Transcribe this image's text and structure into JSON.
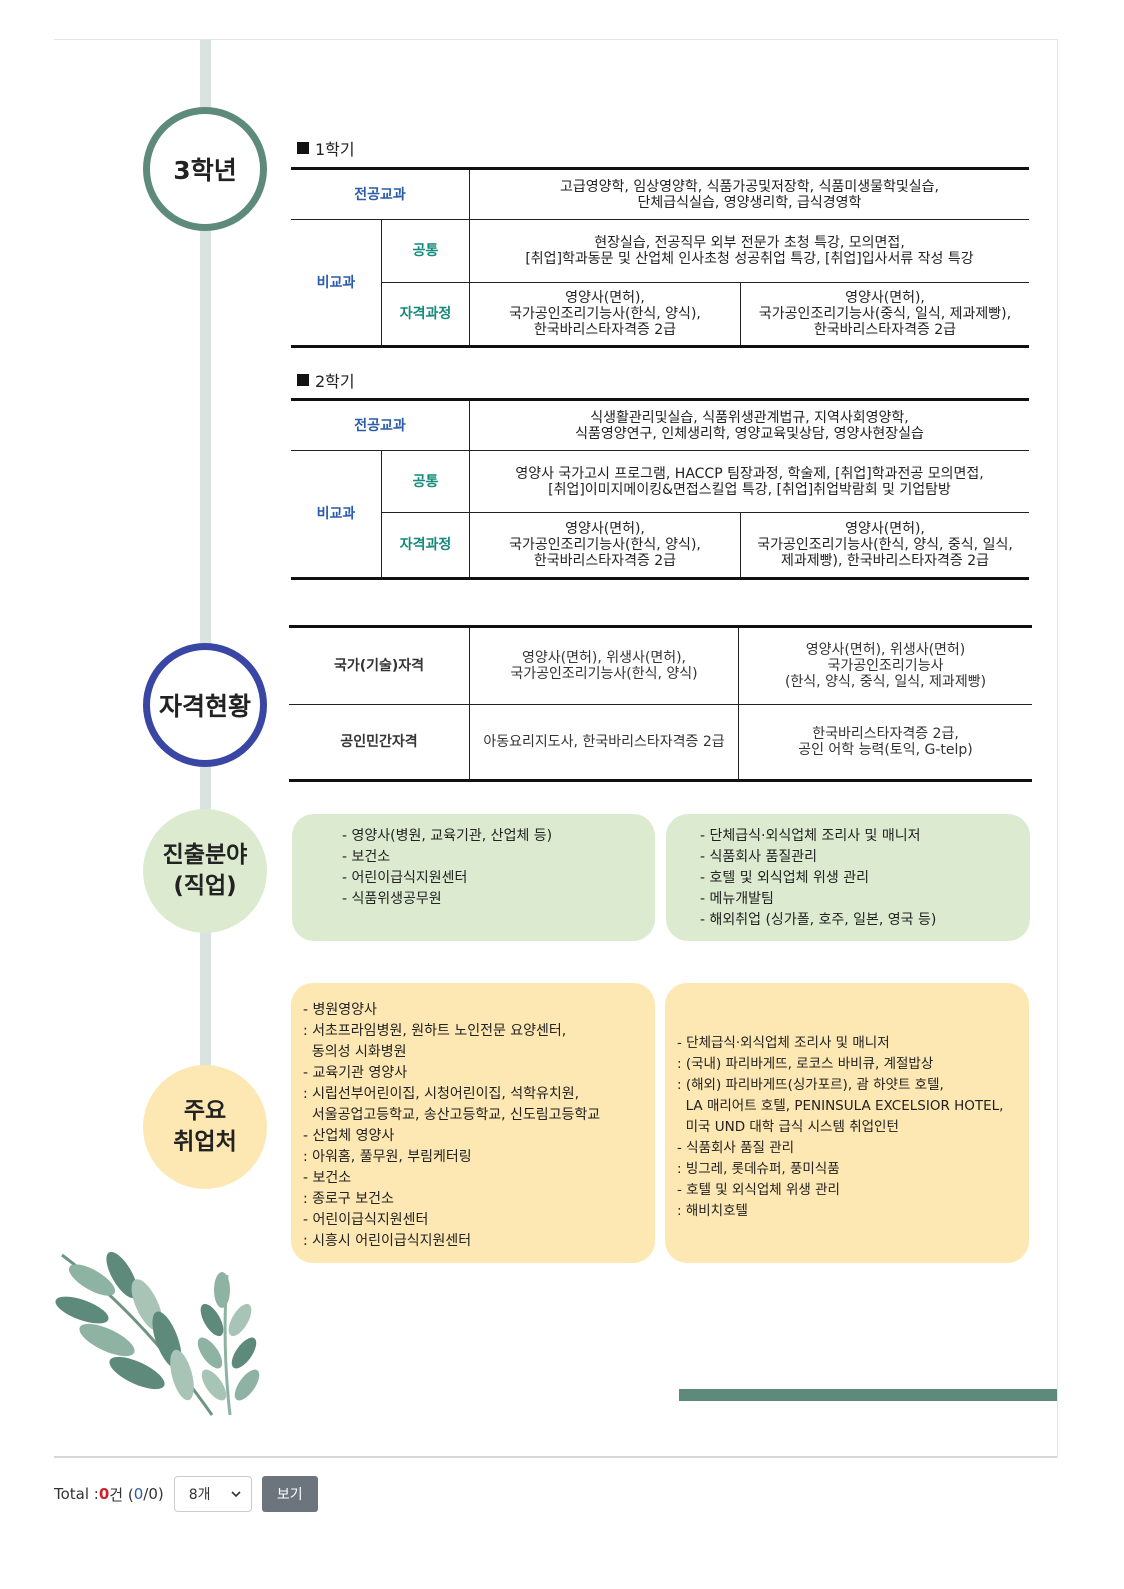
{
  "timeline": {
    "year3": "3학년",
    "qualification": "자격현황",
    "career_line1": "진출분야",
    "career_line2": "(직업)",
    "employer_line1": "주요",
    "employer_line2": "취업처"
  },
  "semester1": {
    "label": "1학기",
    "major_label": "전공교과",
    "major_courses_1": "고급영양학, 임상영양학, 식품가공및저장학, 식품미생물학및실습,",
    "major_courses_2": "단체급식실습, 영양생리학, 급식경영학",
    "nonsubject_label": "비교과",
    "common_label": "공통",
    "common_1": "현장실습, 전공직무 외부 전문가 초청 특강, 모의면접,",
    "common_2": "[취업]학과동문 및 산업체 인사초청 성공취업 특강, [취업]입사서류 작성 특강",
    "cert_label": "자격과정",
    "cert_left_1": "영양사(면허),",
    "cert_left_2": "국가공인조리기능사(한식, 양식),",
    "cert_left_3": "한국바리스타자격증 2급",
    "cert_right_1": "영양사(면허),",
    "cert_right_2": "국가공인조리기능사(중식, 일식, 제과제빵),",
    "cert_right_3": "한국바리스타자격증 2급"
  },
  "semester2": {
    "label": "2학기",
    "major_label": "전공교과",
    "major_courses_1": "식생활관리및실습, 식품위생관계법규, 지역사회영양학,",
    "major_courses_2": "식품영양연구, 인체생리학, 영양교육및상담, 영양사현장실습",
    "nonsubject_label": "비교과",
    "common_label": "공통",
    "common_1": "영양사 국가고시 프로그램, HACCP 팀장과정, 학술제, [취업]학과전공 모의면접,",
    "common_2": "[취업]이미지메이킹&면접스킬업 특강, [취업]취업박람회 및 기업탐방",
    "cert_label": "자격과정",
    "cert_left_1": "영양사(면허),",
    "cert_left_2": "국가공인조리기능사(한식, 양식),",
    "cert_left_3": "한국바리스타자격증 2급",
    "cert_right_1": "영양사(면허),",
    "cert_right_2": "국가공인조리기능사(한식, 양식, 중식, 일식,",
    "cert_right_3": "제과제빵), 한국바리스타자격증 2급"
  },
  "qualifications": {
    "national_label": "국가(기술)자격",
    "national_left_1": "영양사(면허), 위생사(면허),",
    "national_left_2": "국가공인조리기능사(한식, 양식)",
    "national_right_1": "영양사(면허), 위생사(면허)",
    "national_right_2": "국가공인조리기능사",
    "national_right_3": "(한식, 양식, 중식, 일식, 제과제빵)",
    "private_label": "공인민간자격",
    "private_left": "아동요리지도사, 한국바리스타자격증 2급",
    "private_right_1": "한국바리스타자격증 2급,",
    "private_right_2": "공인 어학 능력(토익, G-telp)"
  },
  "careers": {
    "left": [
      "- 영양사(병원, 교육기관, 산업체 등)",
      "- 보건소",
      "- 어린이급식지원센터",
      "- 식품위생공무원"
    ],
    "right": [
      "- 단체급식·외식업체 조리사 및 매니저",
      "- 식품회사 품질관리",
      "- 호텔 및 외식업체 위생 관리",
      "- 메뉴개발팀",
      "- 해외취업 (싱가폴, 호주, 일본, 영국 등)"
    ]
  },
  "employers": {
    "left": [
      "- 병원영양사",
      ": 서초프라임병원, 원하트 노인전문 요양센터,",
      "  동의성 시화병원",
      "- 교육기관 영양사",
      ": 시립선부어린이집, 시청어린이집, 석학유치원,",
      "  서울공업고등학교, 송산고등학교, 신도림고등학교",
      "- 산업체 영양사",
      ": 아워홈, 풀무원, 부림케터링",
      "- 보건소",
      ": 종로구 보건소",
      "- 어린이급식지원센터",
      ": 시흥시 어린이급식지원센터"
    ],
    "right": [
      "- 단체급식·외식업체 조리사 및 매니저",
      ": (국내) 파리바게뜨, 로코스 바비큐, 계절밥상",
      ": (해외) 파리바게뜨(싱가포르), 괌 하얏트 호텔,",
      "  LA 매리어트 호텔, PENINSULA EXCELSIOR HOTEL,",
      "  미국 UND 대학 급식 시스템 취업인턴",
      "- 식품회사 품질 관리",
      ": 빙그레, 롯데슈퍼, 풍미식품",
      "- 호텔 및 외식업체 위생 관리",
      ": 해비치호텔"
    ]
  },
  "footer": {
    "total_label": "Total : ",
    "total_count": "0",
    "total_unit": "건 (",
    "page_current": "0",
    "page_sep": "/",
    "page_total": "0",
    "page_close": ")",
    "per_page": "8개",
    "view_button": "보기"
  },
  "colors": {
    "accent_green": "#5e8a7c",
    "accent_navy": "#3a46a4",
    "career_bg": "#dcebd0",
    "employer_bg": "#fde7b2"
  }
}
